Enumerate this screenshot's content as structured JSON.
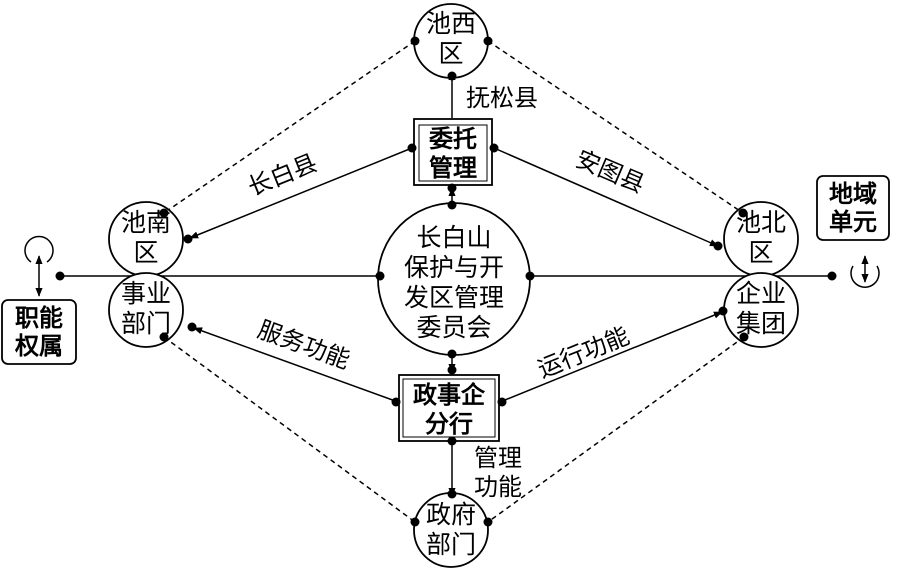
{
  "center": {
    "lines": [
      "长白山",
      "保护与开",
      "发区管理",
      "委员会"
    ]
  },
  "top_node": {
    "lines": [
      "池西",
      "区"
    ]
  },
  "left_node": {
    "lines": [
      "池南",
      "区"
    ]
  },
  "right_node": {
    "lines": [
      "池北",
      "区"
    ]
  },
  "dept_node": {
    "lines": [
      "事业",
      "部门"
    ]
  },
  "corp_node": {
    "lines": [
      "企业",
      "集团"
    ]
  },
  "gov_node": {
    "lines": [
      "政府",
      "部门"
    ]
  },
  "entrust_box": {
    "lines": [
      "委托",
      "管理"
    ]
  },
  "separation_box": {
    "lines": [
      "政事企",
      "分行"
    ]
  },
  "region_box": {
    "lines": [
      "地域",
      "单元"
    ]
  },
  "function_box": {
    "lines": [
      "职能",
      "权属"
    ]
  },
  "edge_labels": {
    "fusong": "抚松县",
    "changbai": "长白县",
    "antu": "安图县",
    "service": "服务功能",
    "operation": "运行功能",
    "management": [
      "管理",
      "功能"
    ]
  }
}
